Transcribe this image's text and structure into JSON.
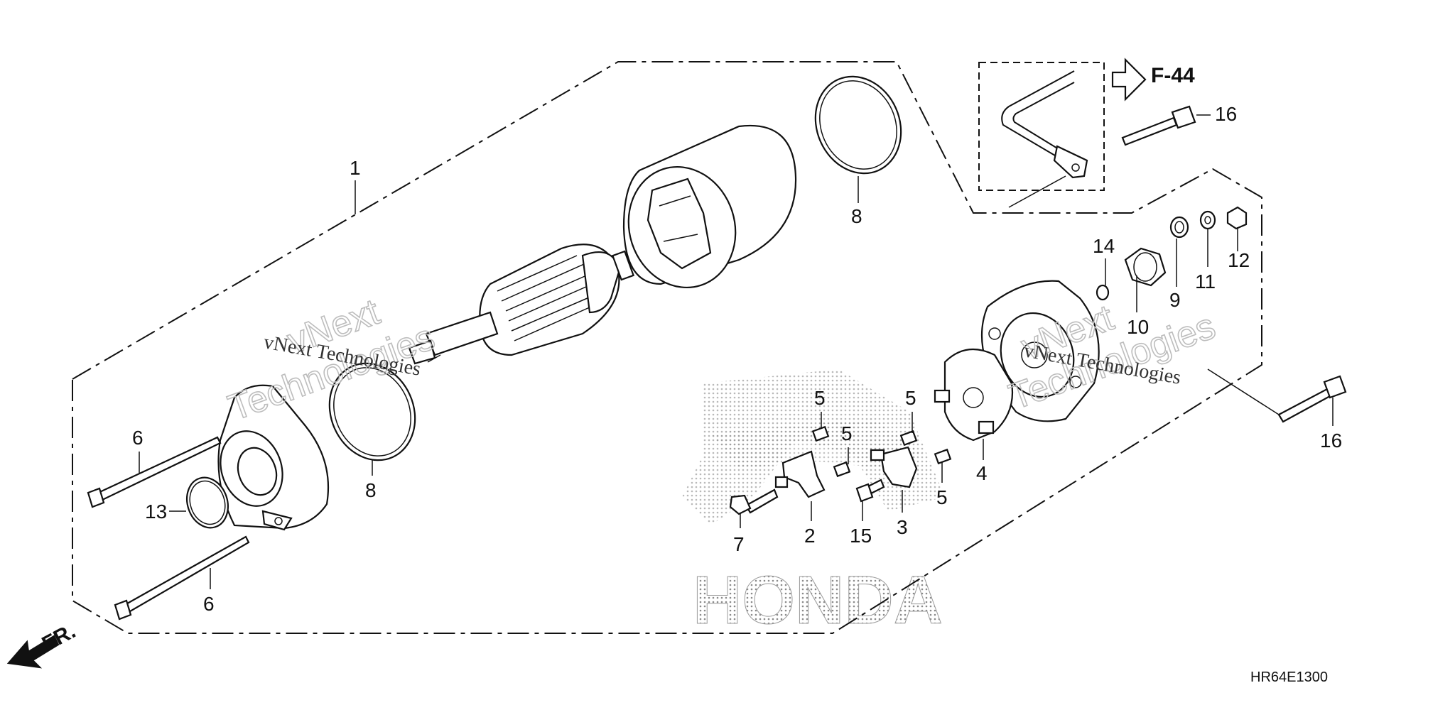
{
  "diagram": {
    "reference": "F-44",
    "drawing_code": "HR64E1300",
    "direction_label": "FR.",
    "brand_mark": "HONDA",
    "watermarks": [
      {
        "line1": "vNext",
        "line2": "Technologies"
      },
      {
        "line1": "vNext",
        "line2": "Technologies"
      }
    ],
    "watermark_small": [
      "vNext Technologies",
      "vNext Technologies"
    ],
    "callouts": {
      "c1": "1",
      "c2": "2",
      "c3": "3",
      "c4": "4",
      "c5a": "5",
      "c5b": "5",
      "c5c": "5",
      "c5d": "5",
      "c6a": "6",
      "c6b": "6",
      "c7": "7",
      "c8a": "8",
      "c8b": "8",
      "c9": "9",
      "c10": "10",
      "c11": "11",
      "c12": "12",
      "c13": "13",
      "c14": "14",
      "c15": "15",
      "c16a": "16",
      "c16b": "16"
    }
  }
}
